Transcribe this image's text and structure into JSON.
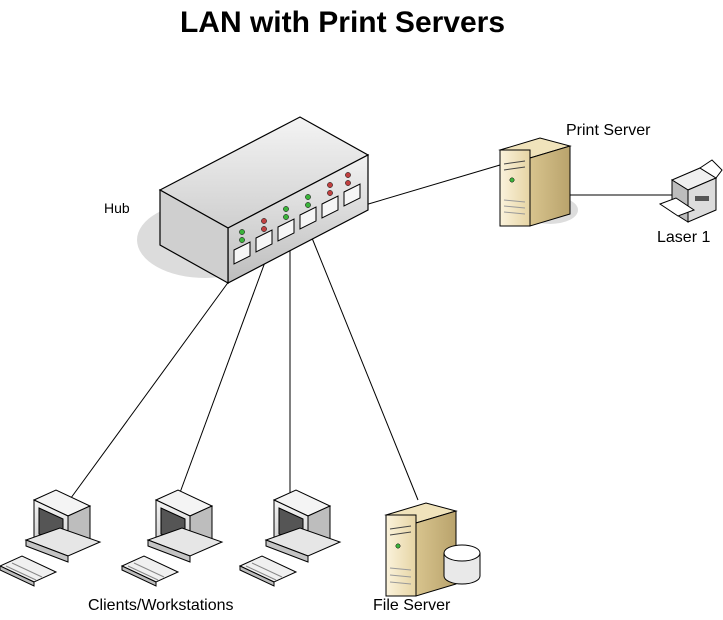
{
  "title": "LAN with Print Servers",
  "nodes": {
    "hub": {
      "label": "Hub",
      "icon": "hub-icon"
    },
    "print_server": {
      "label": "Print Server",
      "icon": "server-tower-icon"
    },
    "laser": {
      "label": "Laser 1",
      "icon": "printer-icon"
    },
    "clients": {
      "label": "Clients/Workstations",
      "icon": "workstation-icon"
    },
    "file_server": {
      "label": "File Server",
      "icon": "server-tower-icon"
    }
  },
  "colors": {
    "server_body": "#f2e6c4",
    "hub_body": "#e8e8e8",
    "led_green": "#3bb33b",
    "led_red": "#c04040"
  }
}
